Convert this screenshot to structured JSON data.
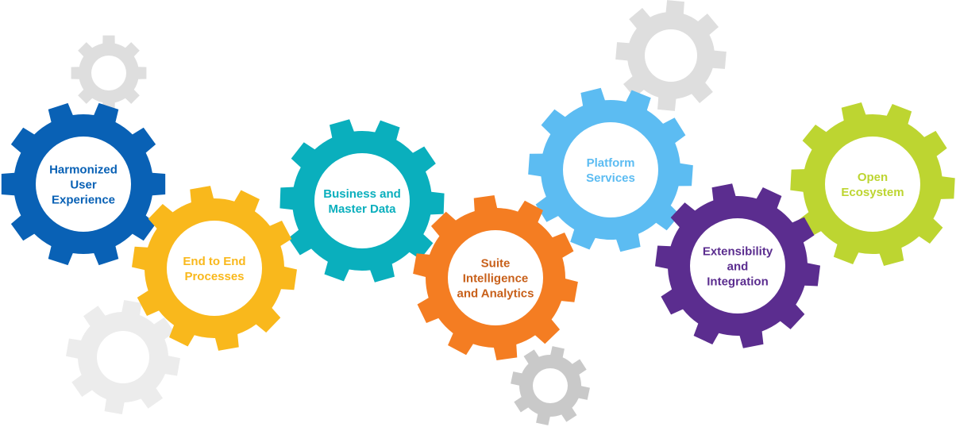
{
  "colors": {
    "blue": "#0961B5",
    "yellow": "#F9B81C",
    "teal": "#0AAFBD",
    "orange": "#F47D22",
    "light_blue": "#5CBCF2",
    "purple": "#5B2D8F",
    "lime": "#BDD531",
    "decor_light": "#ECECEC",
    "decor_mid": "#DEDEDE",
    "decor_dark": "#C9C9C9",
    "label_orange": "#C8601A"
  },
  "gears": [
    {
      "id": "harmonized-user-experience",
      "lines": [
        "Harmonized",
        "User",
        "Experience"
      ],
      "color": "blue",
      "text_color": "blue"
    },
    {
      "id": "end-to-end-processes",
      "lines": [
        "End to End",
        "Processes"
      ],
      "color": "yellow",
      "text_color": "yellow"
    },
    {
      "id": "business-and-master-data",
      "lines": [
        "Business and",
        "Master Data"
      ],
      "color": "teal",
      "text_color": "teal"
    },
    {
      "id": "suite-intelligence-and-analytics",
      "lines": [
        "Suite",
        "Intelligence",
        "and Analytics"
      ],
      "color": "orange",
      "text_color": "label_orange"
    },
    {
      "id": "platform-services",
      "lines": [
        "Platform",
        "Services"
      ],
      "color": "light_blue",
      "text_color": "light_blue"
    },
    {
      "id": "extensibility-and-integration",
      "lines": [
        "Extensibility",
        "and",
        "Integration"
      ],
      "color": "purple",
      "text_color": "purple"
    },
    {
      "id": "open-ecosystem",
      "lines": [
        "Open",
        "Ecosystem"
      ],
      "color": "lime",
      "text_color": "lime"
    }
  ],
  "decorative_gears": [
    {
      "id": "grey-gear-top-left",
      "color": "decor_mid"
    },
    {
      "id": "grey-gear-bottom-left",
      "color": "decor_light"
    },
    {
      "id": "grey-gear-top-right",
      "color": "decor_mid"
    },
    {
      "id": "grey-gear-bottom-center",
      "color": "decor_dark"
    }
  ]
}
